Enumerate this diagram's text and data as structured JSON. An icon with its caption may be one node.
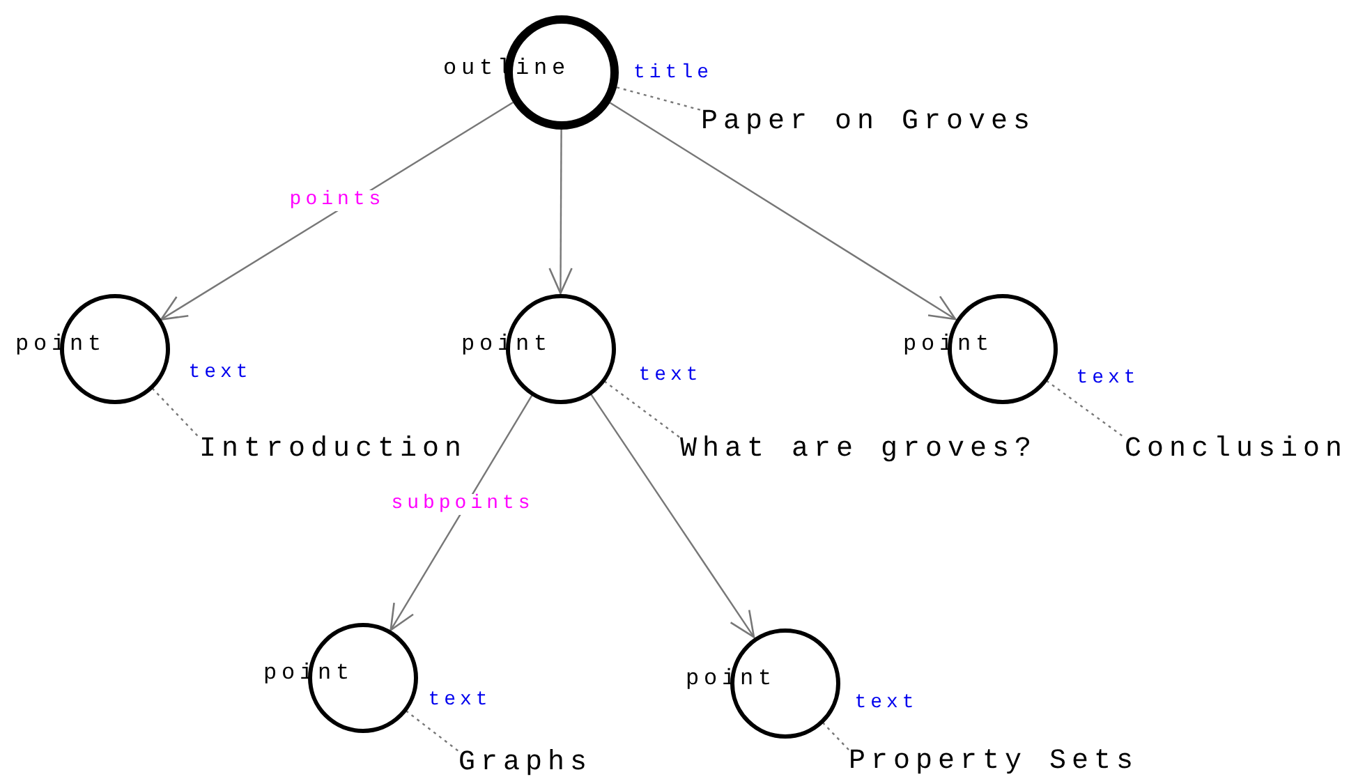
{
  "diagram": {
    "nodes": [
      {
        "text": [
          "outline"
        ]
      },
      {
        "text": [
          "Paper on Groves"
        ]
      },
      {
        "text": [
          "point"
        ]
      },
      {
        "text": [
          "Introduction"
        ]
      },
      {
        "text": [
          "point"
        ]
      },
      {
        "text": [
          "What are groves?"
        ]
      },
      {
        "text": [
          "point"
        ]
      },
      {
        "text": [
          "Conclusion"
        ]
      },
      {
        "text": [
          "point"
        ]
      },
      {
        "text": [
          "Graphs"
        ]
      },
      {
        "text": [
          "point"
        ]
      },
      {
        "text": [
          "Property Sets"
        ]
      }
    ],
    "edges": [
      {
        "from": 0,
        "to": 2,
        "arrow": "to",
        "label": "points"
      },
      {
        "from": 0,
        "to": 4,
        "arrow": "to"
      },
      {
        "from": 0,
        "to": 6,
        "arrow": "to"
      },
      {
        "from": 0,
        "to": 1,
        "arrow": "none",
        "label": "title",
        "style": "dashed"
      },
      {
        "from": 2,
        "to": 3,
        "arrow": "none",
        "label": "text",
        "style": "dashed"
      },
      {
        "from": 4,
        "to": 5,
        "arrow": "none",
        "label": "text",
        "style": "dashed"
      },
      {
        "from": 6,
        "to": 7,
        "arrow": "none",
        "label": "text",
        "style": "dashed"
      },
      {
        "from": 4,
        "to": 8,
        "arrow": "to",
        "label": "subpoints"
      },
      {
        "from": 4,
        "to": 10,
        "arrow": "to"
      },
      {
        "from": 8,
        "to": 9,
        "arrow": "none",
        "label": "text",
        "style": "dashed"
      },
      {
        "from": 10,
        "to": 11,
        "arrow": "none",
        "label": "text",
        "style": "dashed"
      }
    ]
  }
}
